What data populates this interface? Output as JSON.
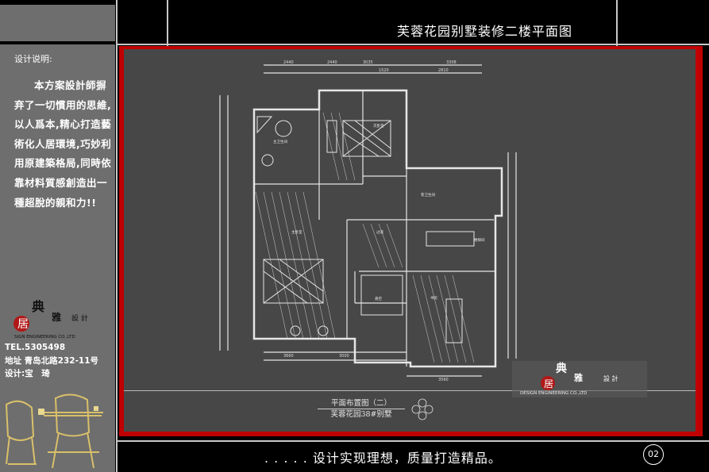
{
  "header": {
    "title": "芙蓉花园别墅装修二楼平面图"
  },
  "sidebar": {
    "note_title": "设计说明:",
    "note_body": "本方案設計師摒弃了一切慣用的思維,以人爲本,精心打造藝術化人居環境,巧妙利用原建築格局,同時依靠材料質感創造出一種超脫的親和力!!",
    "tel": "TEL.5305498",
    "address": "地址 青岛北路232-11号",
    "designer": "设计:宝　琦"
  },
  "logo": {
    "char1": "典",
    "char2": "雅",
    "char3": "居",
    "tag": "設 計",
    "subline": "SIGN ENGINEERING CO.,LTD",
    "subline_right": "DESIGN ENGINEERING CO.,LTD"
  },
  "plan": {
    "caption_line1": "平面布置图（二）",
    "caption_line2": "芙蓉花园38#别墅",
    "rooms": {
      "master_bath": "主卫生间",
      "second_bed": "次卧室",
      "guest_bath": "客卫生间",
      "master_bed": "主卧室",
      "corridor": "过道",
      "stair": "楼梯间",
      "void": "悬空",
      "study": "书房"
    }
  },
  "footer": {
    "slogan": ". . . . .  设计实现理想，质量打造精品。",
    "page": "02"
  },
  "colors": {
    "accent_red": "#c00000",
    "panel_gray": "#6e6e6e",
    "plan_bg": "#474747"
  }
}
